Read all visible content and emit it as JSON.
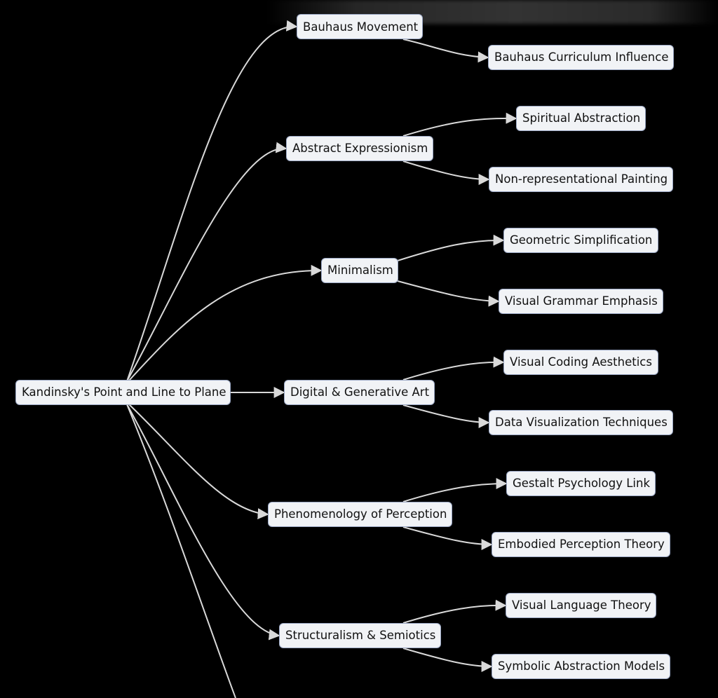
{
  "root": {
    "label": "Kandinsky's Point and Line to Plane"
  },
  "branches": [
    {
      "label": "Bauhaus Movement",
      "children": [
        "Bauhaus Curriculum Influence"
      ]
    },
    {
      "label": "Abstract Expressionism",
      "children": [
        "Spiritual Abstraction",
        "Non-representational Painting"
      ]
    },
    {
      "label": "Minimalism",
      "children": [
        "Geometric Simplification",
        "Visual Grammar Emphasis"
      ]
    },
    {
      "label": "Digital & Generative Art",
      "children": [
        "Visual Coding Aesthetics",
        "Data Visualization Techniques"
      ]
    },
    {
      "label": "Phenomenology of Perception",
      "children": [
        "Gestalt Psychology Link",
        "Embodied Perception Theory"
      ]
    },
    {
      "label": "Structuralism & Semiotics",
      "children": [
        "Visual Language Theory",
        "Symbolic Abstraction Models"
      ]
    }
  ]
}
